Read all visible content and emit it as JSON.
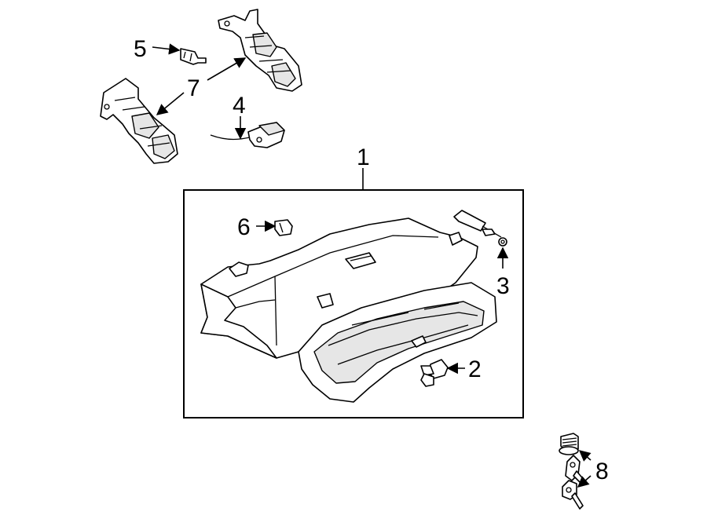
{
  "callouts": {
    "c1": "1",
    "c2": "2",
    "c3": "3",
    "c4": "4",
    "c5": "5",
    "c6": "6",
    "c7": "7",
    "c8": "8"
  },
  "colors": {
    "line": "#000000",
    "background": "#ffffff",
    "shade": "#e6e6e6"
  }
}
